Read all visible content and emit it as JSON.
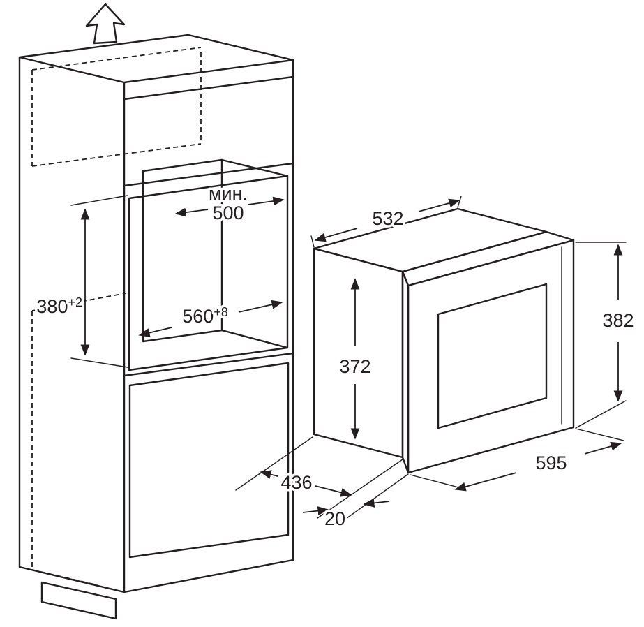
{
  "page": {
    "background": "#ffffff",
    "line_color": "#231f20"
  },
  "icons": {
    "direction": "up-arrow"
  },
  "cabinet": {
    "dims": {
      "niche_min_depth_prefix": "мин.",
      "niche_min_depth_value": "500",
      "niche_height_value": "380",
      "niche_height_tolerance": "+2",
      "niche_width_value": "560",
      "niche_width_tolerance": "+8"
    }
  },
  "oven": {
    "dims": {
      "top_width": "532",
      "cavity_height": "372",
      "body_depth": "436",
      "door_projection": "20",
      "front_width": "595",
      "front_height": "382"
    }
  }
}
